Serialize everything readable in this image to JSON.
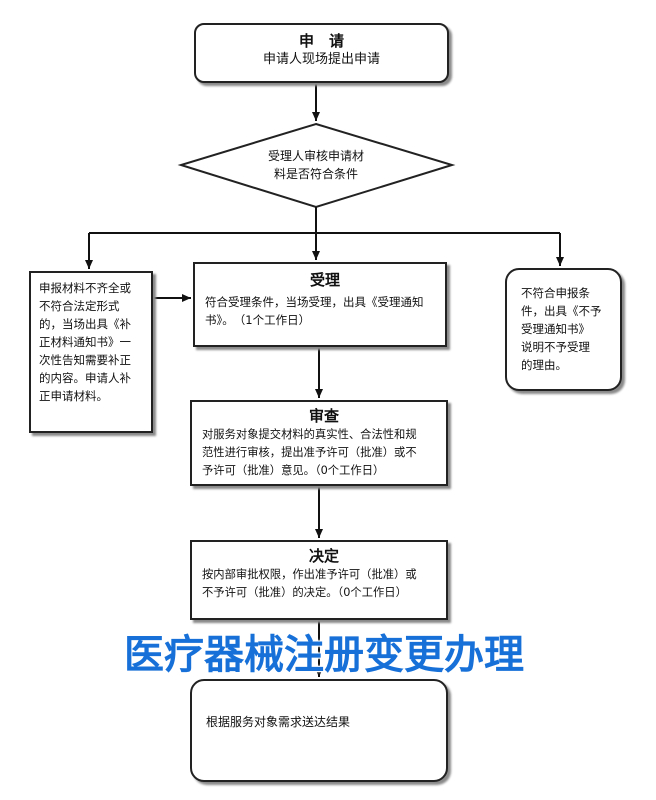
{
  "nodes": {
    "apply": {
      "title": "申　请",
      "text": "申请人现场提出申请"
    },
    "review_decision": {
      "lines": [
        "受理人审核申请材",
        "料是否符合条件"
      ]
    },
    "incomplete": {
      "lines": [
        "申报材料不齐全或",
        "不符合法定形式",
        "的，当场出具《补",
        "正材料通知书》一",
        "次性告知需要补正",
        "的内容。申请人补",
        "正申请材料。"
      ]
    },
    "accept": {
      "title": "受理",
      "lines": [
        "符合受理条件，当场受理，出具《受理通知",
        "书》。　（1个工作日）"
      ]
    },
    "reject": {
      "lines": [
        "不符合申报条",
        "件，出具《不予",
        "受理通知书》",
        "说明不予受理",
        "的理由。"
      ]
    },
    "examine": {
      "title": "审查",
      "lines": [
        "对服务对象提交材料的真实性、合法性和规",
        "范性进行审核，提出准予许可（批准）或不",
        "予许可（批准）意见。（0个工作日）"
      ]
    },
    "decide": {
      "title": "决定",
      "lines": [
        "按内部审批权限，作出准予许可（批准）或",
        "不予许可（批准）的决定。（0个工作日）"
      ]
    },
    "deliver": {
      "text": "根据服务对象需求送达结果"
    }
  },
  "banner": {
    "text": "医疗器械注册变更办理",
    "color": "#1670d8"
  }
}
